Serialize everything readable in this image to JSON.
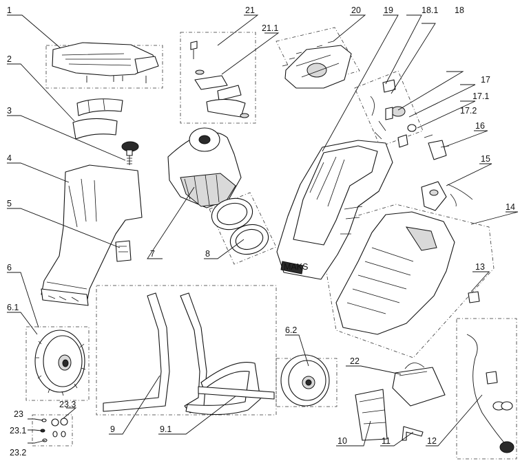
{
  "labels": [
    "1",
    "2",
    "3",
    "4",
    "5",
    "6",
    "6.1",
    "7",
    "8",
    "9",
    "9.1",
    "6.2",
    "10",
    "11",
    "12",
    "13",
    "14",
    "15",
    "16",
    "17",
    "17.1",
    "17.2",
    "18",
    "18.1",
    "19",
    "20",
    "21",
    "21.1",
    "22",
    "23",
    "23.1",
    "23.2",
    "23.3"
  ],
  "drawing_text": {
    "housing_badge": "MAKS"
  }
}
